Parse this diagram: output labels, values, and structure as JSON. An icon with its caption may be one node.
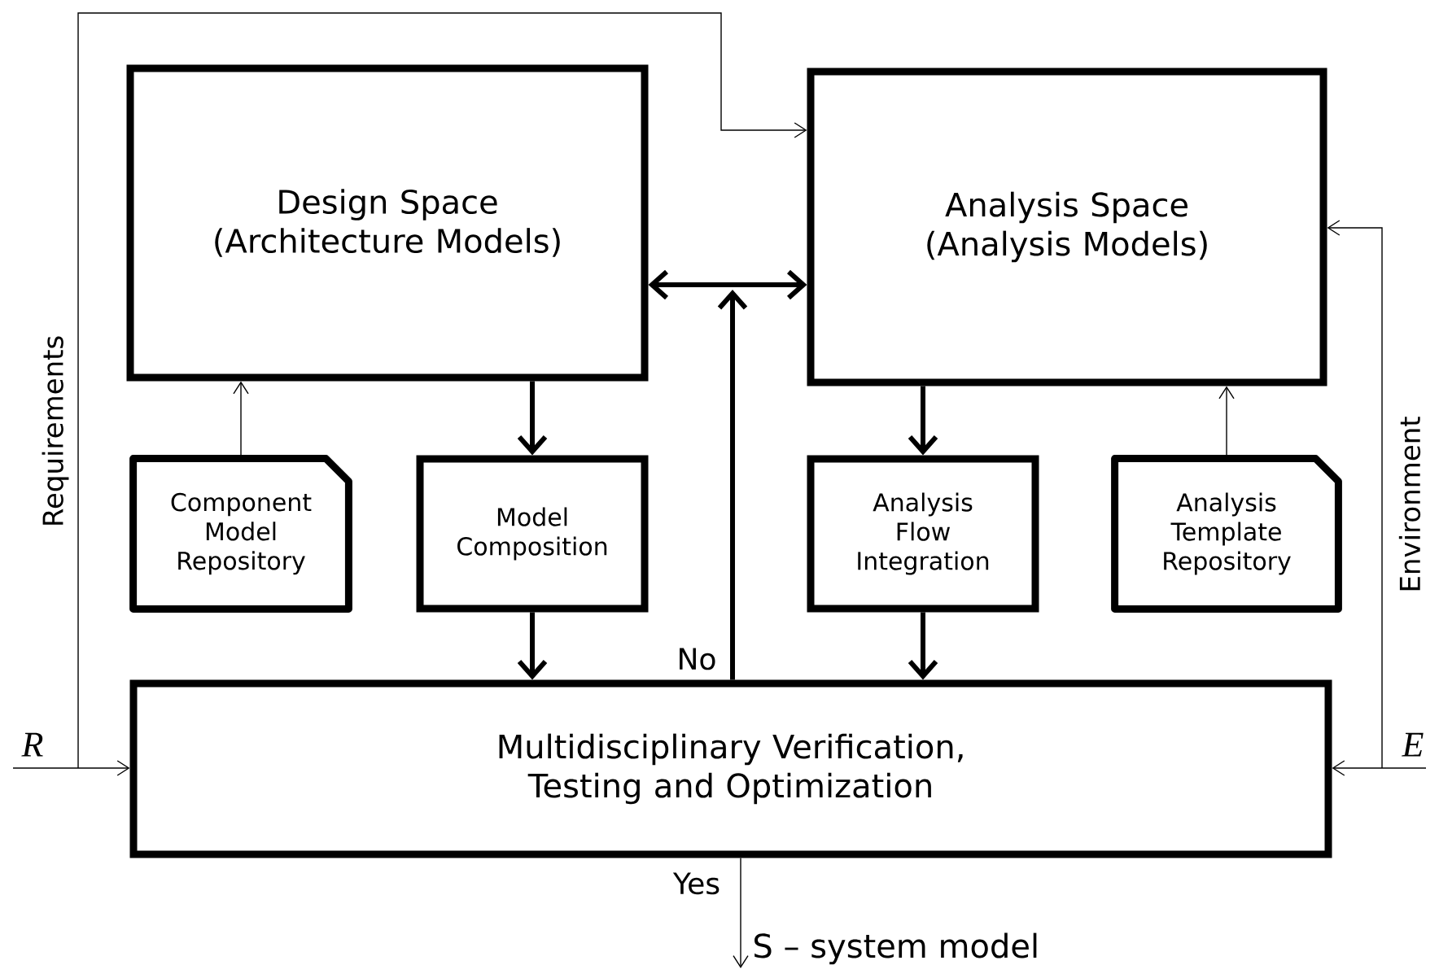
{
  "diagram": {
    "nodes": [
      {
        "text": [
          "Design Space (Architecture Models)"
        ]
      },
      {
        "text": [
          "Analysis Space (Analysis Models)"
        ]
      },
      {
        "text": [
          "Component Model Repository"
        ]
      },
      {
        "text": [
          "Model Composition"
        ]
      },
      {
        "text": [
          "Analysis Flow Integration"
        ]
      },
      {
        "text": [
          "Analysis Template Repository"
        ]
      },
      {
        "text": [
          "R"
        ]
      },
      {
        "text": [
          "Multidisciplinary Verification, Testing and Optimization"
        ]
      },
      {
        "text": [
          "E"
        ]
      },
      {
        "text": [
          "S – system model"
        ]
      }
    ],
    "edges": [
      {
        "from": 2,
        "to": 0,
        "arrow": "to"
      },
      {
        "from": 0,
        "to": 3,
        "arrow": "to",
        "style": "thick"
      },
      {
        "from": 3,
        "to": 7,
        "arrow": "to",
        "style": "thick"
      },
      {
        "from": 1,
        "to": 4,
        "arrow": "to",
        "style": "thick"
      },
      {
        "from": 4,
        "to": 7,
        "arrow": "to",
        "style": "thick"
      },
      {
        "from": 5,
        "to": 1,
        "arrow": "to"
      },
      {
        "from": 0,
        "to": 1,
        "arrow": "both",
        "style": "thick"
      },
      {
        "from": 7,
        "to": null,
        "arrow": "to",
        "style": "thick",
        "label": "No"
      },
      {
        "from": 6,
        "to": 7,
        "arrow": "to"
      },
      {
        "from": 6,
        "to": 1,
        "arrow": "to",
        "label": "Requirements"
      },
      {
        "from": 8,
        "to": 7,
        "arrow": "to"
      },
      {
        "from": 8,
        "to": 1,
        "arrow": "to",
        "label": "Environment"
      },
      {
        "from": 7,
        "to": 9,
        "arrow": "to",
        "label": "Yes"
      }
    ]
  }
}
